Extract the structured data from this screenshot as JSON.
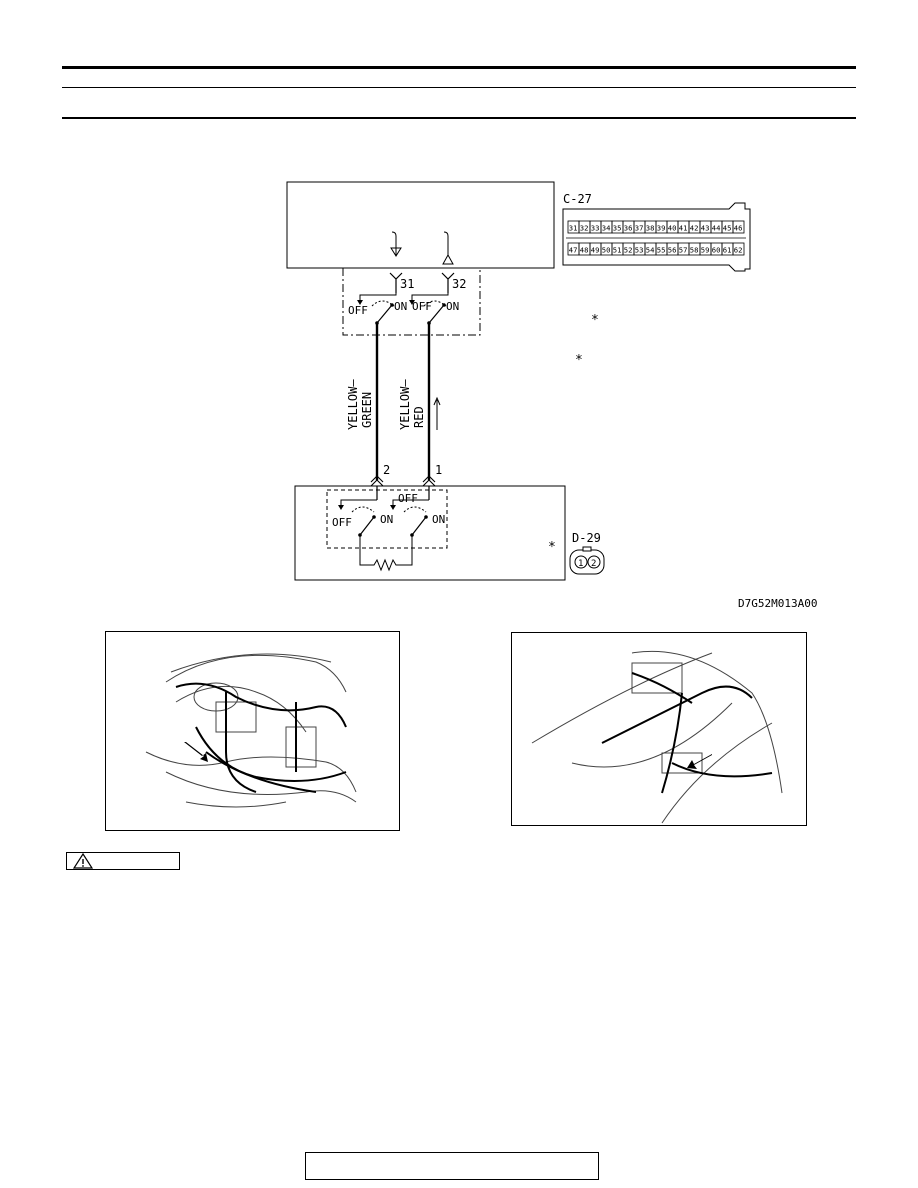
{
  "diagram": {
    "figure_code": "D7G52M013A00",
    "connectors": {
      "c27": {
        "label": "C-27",
        "row_top": [
          "31",
          "32",
          "33",
          "34",
          "35",
          "36",
          "37",
          "38",
          "39",
          "40",
          "41",
          "42",
          "43",
          "44",
          "45",
          "46"
        ],
        "row_bottom": [
          "47",
          "48",
          "49",
          "50",
          "51",
          "52",
          "53",
          "54",
          "55",
          "56",
          "57",
          "58",
          "59",
          "60",
          "61",
          "62"
        ]
      },
      "d29": {
        "label": "D-29",
        "pins": [
          "1",
          "2"
        ]
      }
    },
    "pins": {
      "p31": "31",
      "p32": "32",
      "p2": "2",
      "p1": "1"
    },
    "switch_labels": {
      "off": "OFF",
      "on": "ON"
    },
    "wires": {
      "left": {
        "line1": "YELLOW–",
        "line2": "GREEN"
      },
      "right": {
        "line1": "YELLOW–",
        "line2": "RED"
      }
    },
    "asterisk": "*"
  },
  "caution": {
    "icon": "warning-triangle-icon"
  },
  "photos": [
    {
      "name": "interior-harness-photo"
    },
    {
      "name": "engine-bay-harness-photo"
    }
  ]
}
